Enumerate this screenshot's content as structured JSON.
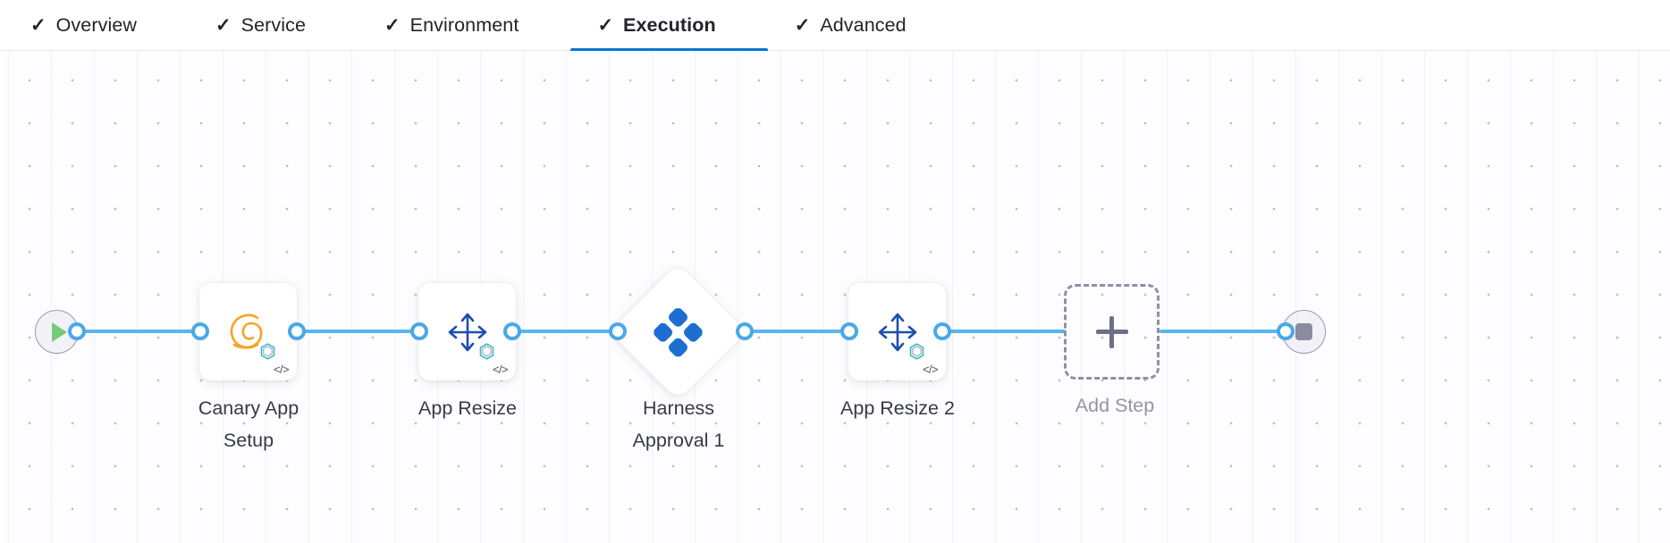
{
  "header": {
    "tabs": [
      {
        "label": "Overview",
        "icon": "check-icon",
        "checked": true,
        "active": false
      },
      {
        "label": "Service",
        "icon": "check-icon",
        "checked": true,
        "active": false
      },
      {
        "label": "Environment",
        "icon": "check-icon",
        "checked": true,
        "active": false
      },
      {
        "label": "Execution",
        "icon": "check-icon",
        "checked": true,
        "active": true
      },
      {
        "label": "Advanced",
        "icon": "check-icon",
        "checked": true,
        "active": false
      }
    ],
    "check_glyph": "✓",
    "active_tab": "Execution",
    "active_underline_color": "#0278d5"
  },
  "canvas": {
    "background_color": "#fdfdff",
    "grid_dot_color": "#b6bdcc",
    "connector_color": "#5ab4ee",
    "port_color": "#4aa8e8"
  },
  "pipeline": {
    "start_node": {
      "name": "start",
      "icon": "play-icon",
      "icon_color": "#78c97a",
      "circle_fill": "#f2f1f7",
      "circle_border": "#9b99b3"
    },
    "end_node": {
      "name": "end",
      "icon": "stop-icon",
      "icon_color": "#8b8aa0",
      "circle_fill": "#f2f1f7",
      "circle_border": "#9b99b3"
    },
    "steps": [
      {
        "label": "Canary App Setup",
        "label_line_1": "Canary App",
        "label_line_2": "Setup",
        "icon": "tanzu-bird-icon",
        "icon_color": "#f5a623",
        "badge_icon": "hexagon-badge-icon",
        "code_badge": "</>",
        "shape": "card"
      },
      {
        "label": "App Resize",
        "label_line_1": "App Resize",
        "label_line_2": "",
        "icon": "resize-arrows-icon",
        "icon_color": "#1f4eb0",
        "badge_icon": "hexagon-badge-icon",
        "code_badge": "</>",
        "shape": "card"
      },
      {
        "label": "Harness Approval 1",
        "label_line_1": "Harness",
        "label_line_2": "Approval 1",
        "icon": "harness-logo-icon",
        "icon_color": "#1b6fd1",
        "badge_icon": "",
        "code_badge": "",
        "shape": "diamond"
      },
      {
        "label": "App Resize 2",
        "label_line_1": "App Resize 2",
        "label_line_2": "",
        "icon": "resize-arrows-icon",
        "icon_color": "#1f4eb0",
        "badge_icon": "hexagon-badge-icon",
        "code_badge": "</>",
        "shape": "card"
      }
    ],
    "add_step": {
      "label": "Add Step",
      "icon": "plus-icon",
      "icon_color": "#6f7085",
      "border_color": "#8f90a6"
    }
  }
}
